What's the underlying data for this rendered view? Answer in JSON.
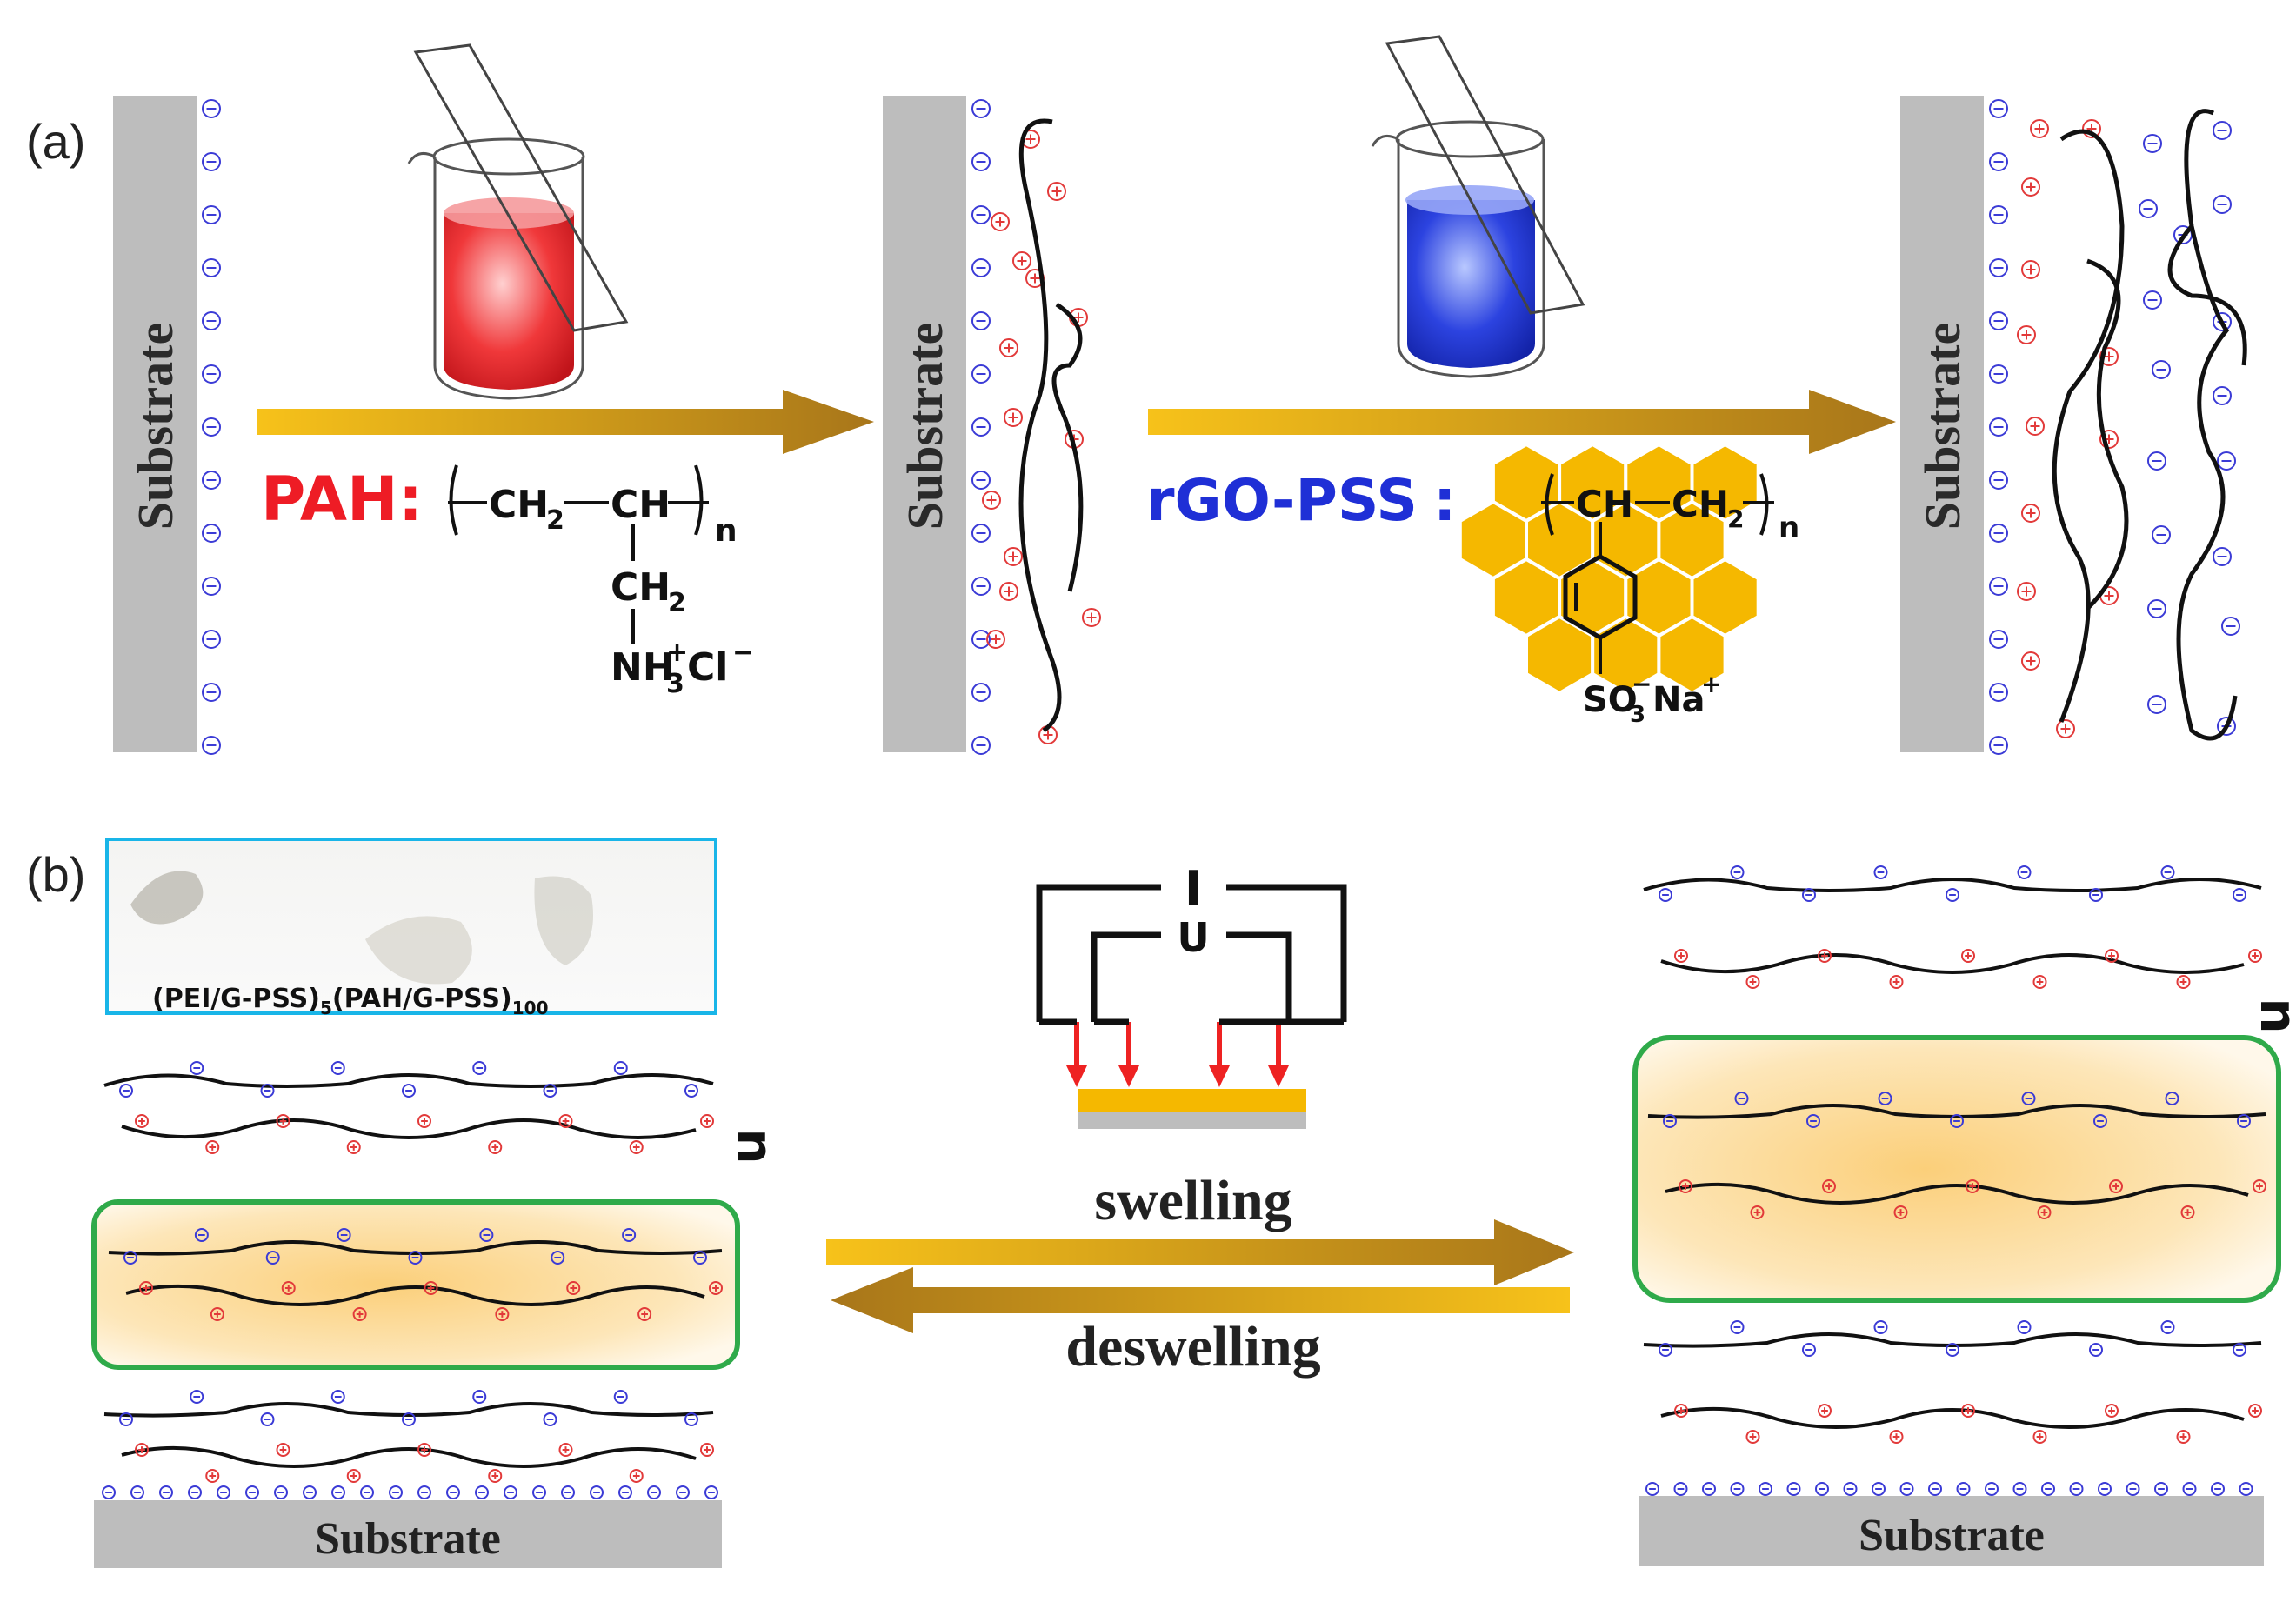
{
  "panel_a": {
    "label": "(a)",
    "substrate_label": "Substrate",
    "pah": {
      "name": "PAH",
      "colon": ":",
      "ch2": "CH",
      "sub2": "2",
      "ch": "CH",
      "n": "n",
      "side_ch2": "CH",
      "side_nh": "NH",
      "side_nh_sub": "3",
      "side_nh_sup": "+",
      "side_cl": "Cl",
      "side_cl_sup": "−"
    },
    "rgo_pss": {
      "name": "rGO-PSS",
      "colon": ":",
      "ch": "CH",
      "ch2": "CH",
      "sub2": "2",
      "n": "n",
      "so3": "SO",
      "so3_sub": "3",
      "so3_sup": "−",
      "na": "Na",
      "na_sup": "+"
    }
  },
  "panel_b": {
    "label": "(b)",
    "photo_caption_parts": [
      "(PEI/G-PSS)",
      "5",
      "(PAH/G-PSS)",
      "100"
    ],
    "repeat_n": "n",
    "current_label": "I",
    "voltage_label": "U",
    "swelling": "swelling",
    "deswelling": "deswelling",
    "substrate_label": "Substrate"
  },
  "colors": {
    "substrate": "#bdbdbd",
    "arrow_gold": "#e6a817",
    "arrow_dark": "#a8761a",
    "negative": "#3b3bd6",
    "positive": "#e23a3a",
    "pah_text": "#ee1c25",
    "pss_text": "#1f2fd6",
    "graphene": "#f5b800",
    "layer_frame": "#2faa4a",
    "photo_frame": "#19b5e8"
  }
}
